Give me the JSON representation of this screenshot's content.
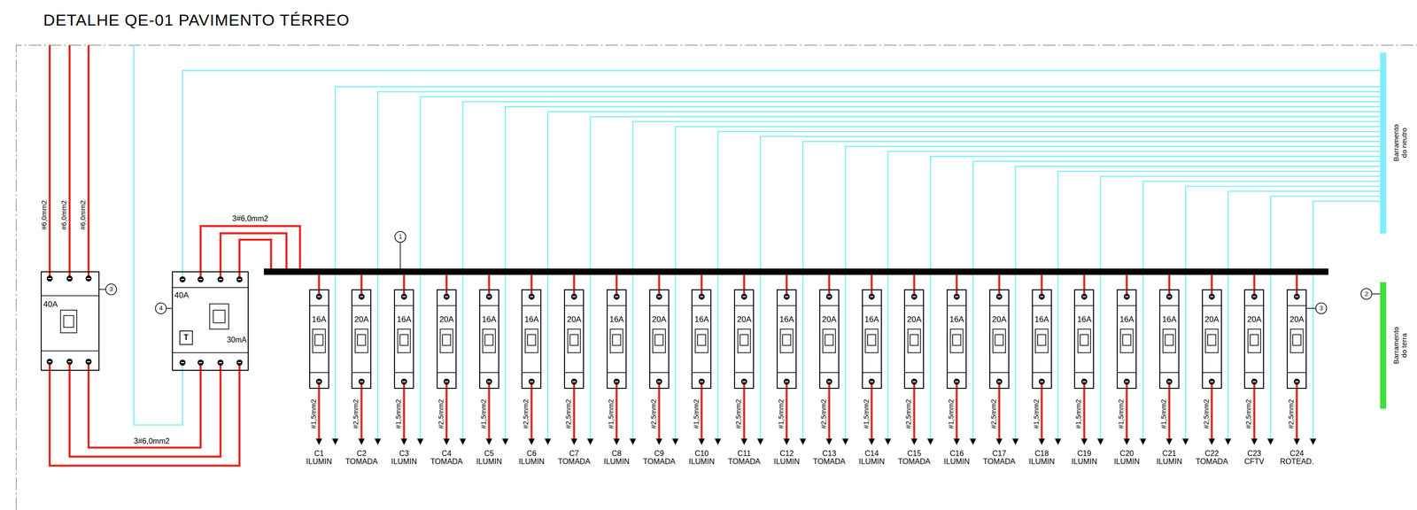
{
  "diagram": {
    "title": "DETALHE QE-01 PAVIMENTO TÉRREO",
    "nodes": [
      {
        "text": [
          "40A"
        ]
      },
      {
        "text": [
          "40A",
          "T",
          "30mA"
        ]
      },
      {
        "text": [
          "16A"
        ]
      },
      {
        "text": [
          "20A"
        ]
      },
      {
        "text": [
          "16A"
        ]
      },
      {
        "text": [
          "20A"
        ]
      },
      {
        "text": [
          "16A"
        ]
      },
      {
        "text": [
          "16A"
        ]
      },
      {
        "text": [
          "20A"
        ]
      },
      {
        "text": [
          "16A"
        ]
      },
      {
        "text": [
          "20A"
        ]
      },
      {
        "text": [
          "16A"
        ]
      },
      {
        "text": [
          "20A"
        ]
      },
      {
        "text": [
          "16A"
        ]
      },
      {
        "text": [
          "20A"
        ]
      },
      {
        "text": [
          "16A"
        ]
      },
      {
        "text": [
          "20A"
        ]
      },
      {
        "text": [
          "16A"
        ]
      },
      {
        "text": [
          "20A"
        ]
      },
      {
        "text": [
          "16A"
        ]
      },
      {
        "text": [
          "16A"
        ]
      },
      {
        "text": [
          "16A"
        ]
      },
      {
        "text": [
          "16A"
        ]
      },
      {
        "text": [
          "20A"
        ]
      },
      {
        "text": [
          "20A"
        ]
      },
      {
        "text": [
          "20A"
        ]
      },
      {
        "text": [
          "Barramento do neutro"
        ]
      },
      {
        "text": [
          "Barramento do terra"
        ]
      }
    ],
    "edges": [
      {
        "from": 0,
        "to": 1,
        "arrow": "none"
      },
      {
        "from": 0,
        "to": 1,
        "arrow": "none"
      },
      {
        "from": 0,
        "to": 1,
        "arrow": "none"
      },
      {
        "from": 1,
        "to": 26,
        "arrow": "none"
      }
    ],
    "labels": [
      "#6,0mm2",
      "#6,0mm2",
      "#6,0mm2",
      "3#6,0mm2",
      "3#6,0mm2",
      "1",
      "2",
      "3",
      "3",
      "4",
      "#1,5mm2",
      "#2,5mm2",
      "#1,5mm2",
      "#2,5mm2",
      "#1,5mm2",
      "#2,5mm2",
      "#2,5mm2",
      "#1,5mm2",
      "#2,5mm2",
      "#1,5mm2",
      "#2,5mm2",
      "#1,5mm2",
      "#2,5mm2",
      "#1,5mm2",
      "#2,5mm2",
      "#1,5mm2",
      "#2,5mm2",
      "#1,5mm2",
      "#1,5mm2",
      "#1,5mm2",
      "#1,5mm2",
      "#2,5mm2",
      "#2,5mm2",
      "#2,5mm2",
      "C1 ILUMIN",
      "C2 TOMADA",
      "C3 ILUMIN",
      "C4 TOMADA",
      "C5 ILUMIN",
      "C6 ILUMIN",
      "C7 TOMADA",
      "C8 ILUMIN",
      "C9 TOMADA",
      "C10 ILUMIN",
      "C11 TOMADA",
      "C12 ILUMIN",
      "C13 TOMADA",
      "C14 ILUMIN",
      "C15 TOMADA",
      "C16 ILUMIN",
      "C17 TOMADA",
      "C18 ILUMIN",
      "C19 ILUMIN",
      "C20 ILUMIN",
      "C21 ILUMIN",
      "C22 TOMADA",
      "C23 CFTV",
      "C24 ROTEAD."
    ]
  }
}
